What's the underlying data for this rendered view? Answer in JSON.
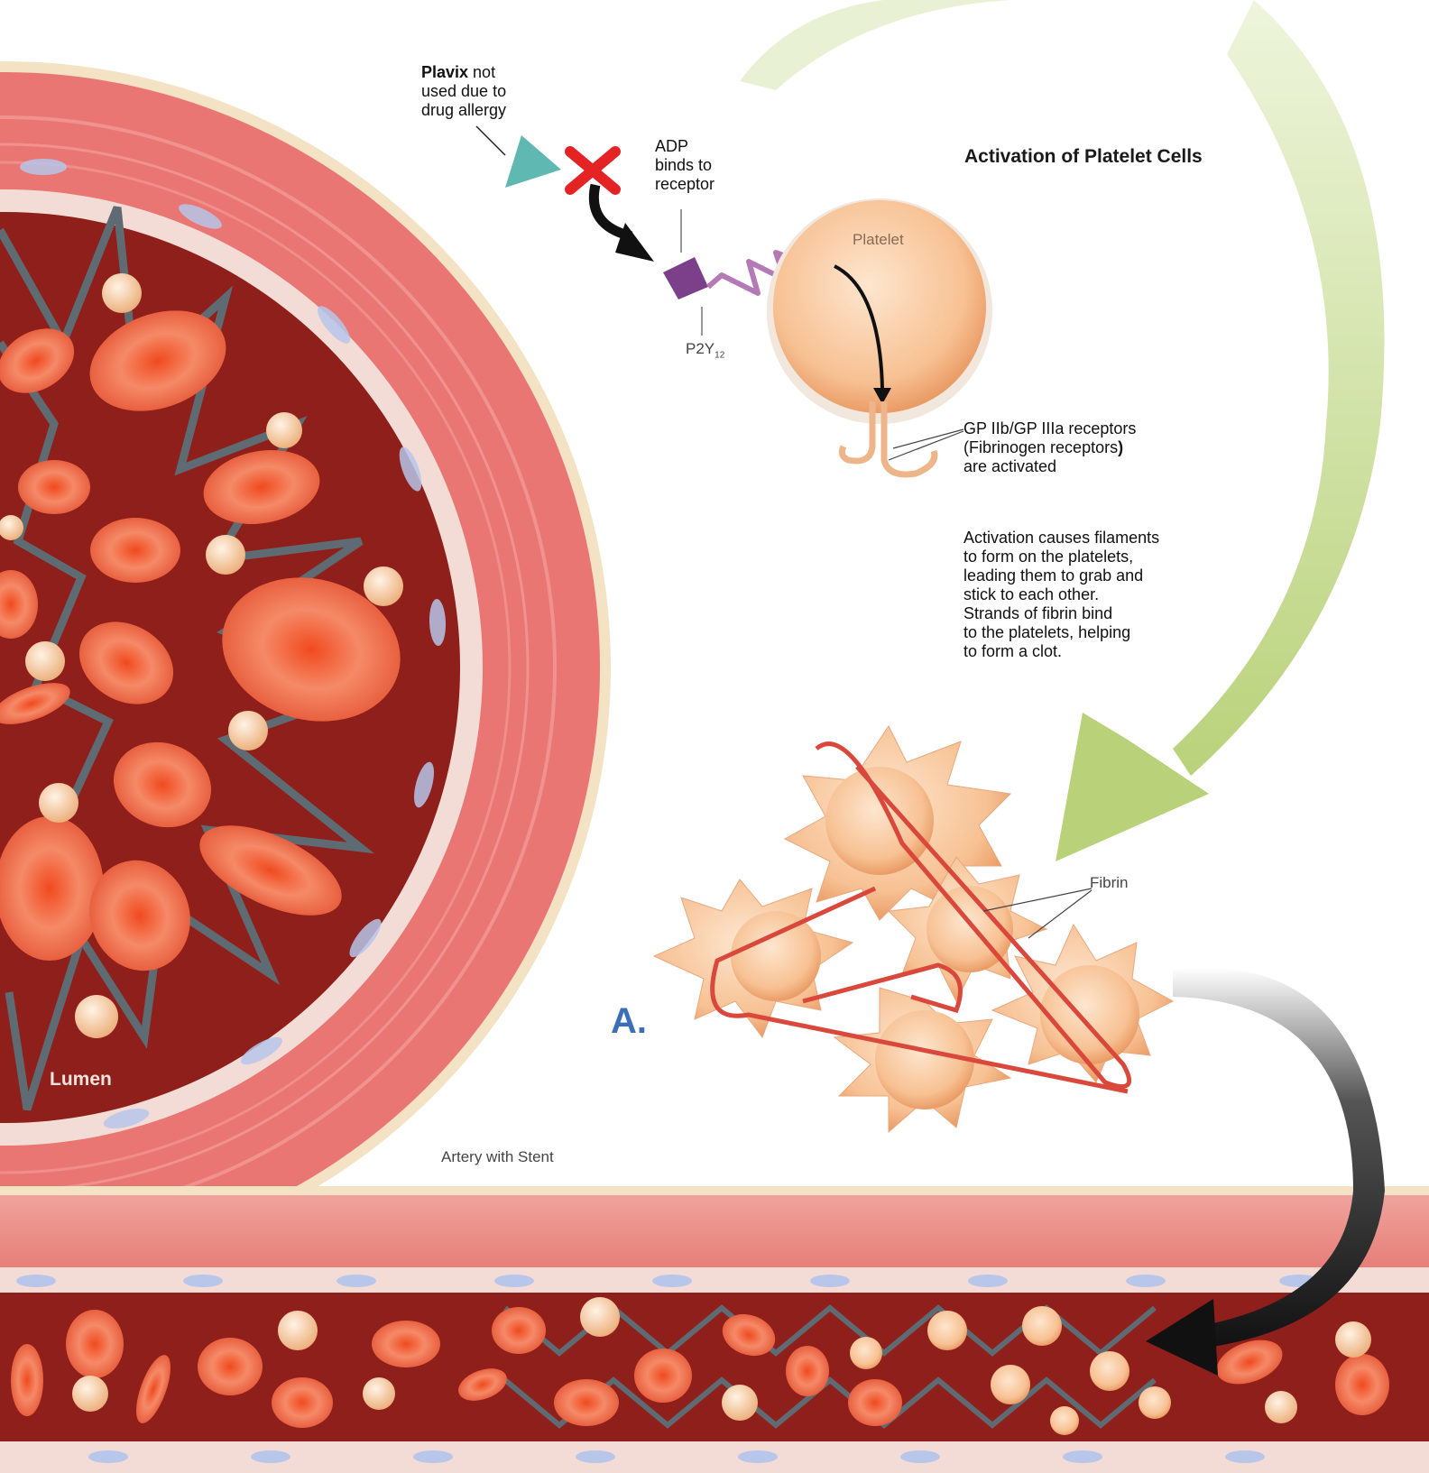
{
  "labels": {
    "plavix_bold": "Plavix",
    "plavix_rest": " not\nused due to\ndrug allergy",
    "adp": "ADP\nbinds to\nreceptor",
    "p2y": "P2Y",
    "p2y_sub": "12",
    "platelet": "Platelet",
    "title": "Activation of Platelet Cells",
    "gp_line1": "GP IIb/GP IIIa receptors",
    "gp_line2": "(Fibrinogen receptors",
    "gp_paren": ")",
    "gp_line3": "are activated",
    "activation": "Activation causes filaments\nto form on the platelets,\nleading them to grab and\nstick to each other.\nStrands of fibrin bind\nto the platelets, helping\nto form a clot.",
    "fibrin": "Fibrin",
    "panel": "A.",
    "lumen": "Lumen",
    "artery": "Artery with Stent"
  },
  "colors": {
    "vessel_wall": "#ea7a78",
    "lumen": "#8f1f1a",
    "intima": "#f3d9d4",
    "adventitia": "#f3e3c7",
    "rbc": "#ef6e4f",
    "platelet": "#f7c59b",
    "stent": "#5e6b73",
    "flow_arrow": "#c6dc95",
    "drug": "#5fb8b2",
    "receptor": "#7c3f8a",
    "block_x": "#e42424",
    "fibrin": "#d9483b",
    "panel_label": "#3c6fb8"
  }
}
